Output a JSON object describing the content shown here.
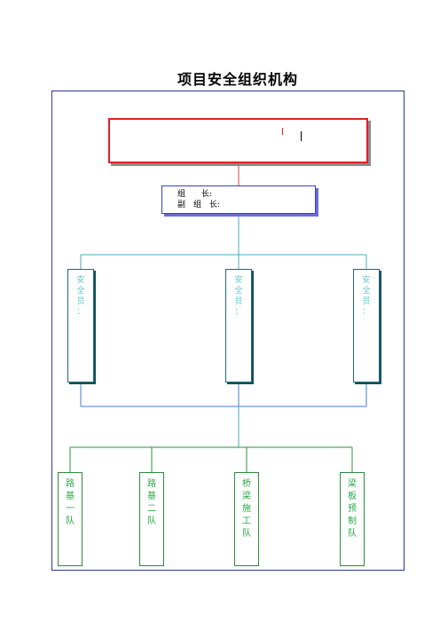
{
  "title": "项目安全组织机构",
  "leaders": {
    "leader_label": "组　　长:",
    "deputy_label": "副　组　长:"
  },
  "officers": [
    {
      "label": "安全员:"
    },
    {
      "label": "安全员:"
    },
    {
      "label": "安全员:"
    }
  ],
  "teams": [
    {
      "label": "路基一队"
    },
    {
      "label": "路基二队"
    },
    {
      "label": "桥梁施工队"
    },
    {
      "label": "梁板预制队"
    }
  ],
  "colors": {
    "frame": "#2a3a8c",
    "top_box": "#e0202a",
    "leader_box": "#3c3ccc",
    "officer_line": "#4aa8c0",
    "team_line": "#2c8c3c"
  }
}
